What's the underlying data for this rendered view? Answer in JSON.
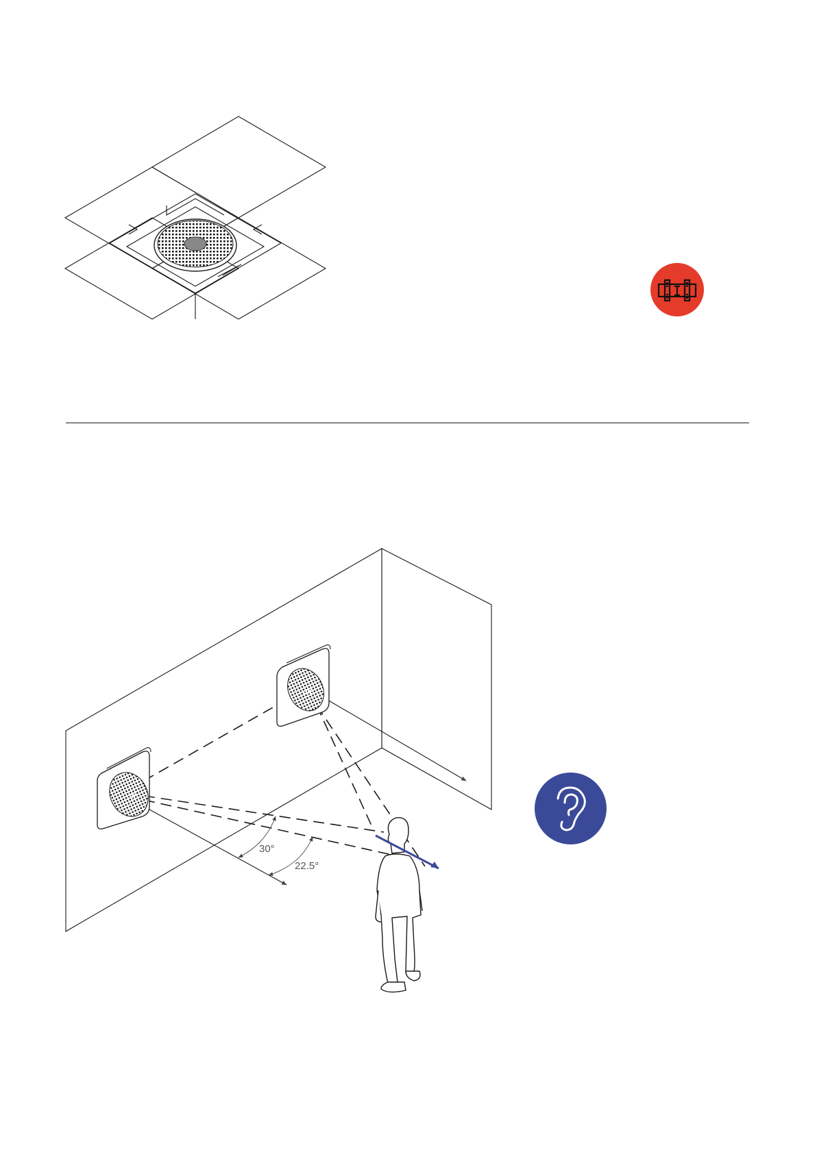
{
  "illustrations": {
    "unboxing": {
      "icon": "open-box-speaker-illustration"
    },
    "placement": {
      "icon": "room-speaker-placement-illustration"
    }
  },
  "badges": {
    "mounting": {
      "icon": "wall-mount-bracket-icon",
      "color": "#E43B2A"
    },
    "listening": {
      "icon": "ear-icon",
      "color": "#3B4A98"
    }
  },
  "angles": {
    "outer": "30°",
    "inner": "22.5°"
  },
  "colors": {
    "line": "#1a1a1a",
    "axis_arrow": "#3B4A98",
    "divider": "#1a1a1a"
  }
}
